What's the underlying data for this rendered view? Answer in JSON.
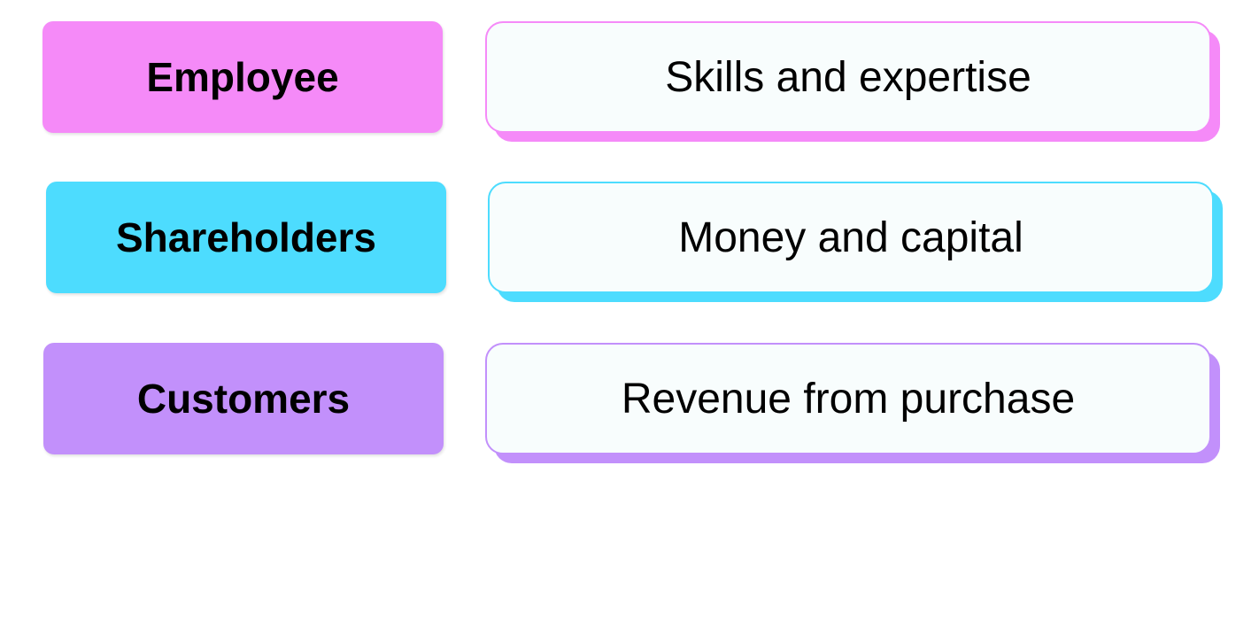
{
  "rows": [
    {
      "stakeholder": "Employee",
      "contribution": "Skills and expertise",
      "color": "#f58af8"
    },
    {
      "stakeholder": "Shareholders",
      "contribution": "Money and capital",
      "color": "#4ddcfe"
    },
    {
      "stakeholder": "Customers",
      "contribution": "Revenue from purchase",
      "color": "#c290fb"
    }
  ]
}
